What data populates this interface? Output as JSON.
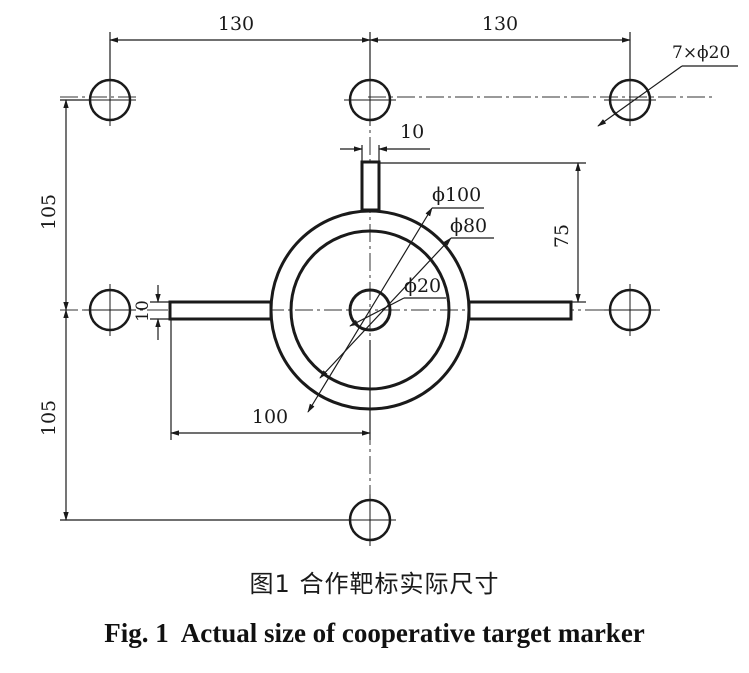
{
  "dimensions": {
    "top_left": "130",
    "top_right": "130",
    "holes": "7×ϕ20",
    "upper_arm_width": "10",
    "phi100": "ϕ100",
    "phi80": "ϕ80",
    "phi20": "ϕ20",
    "height_75": "75",
    "left_upper": "105",
    "left_lower": "105",
    "bar_thickness": "10",
    "bottom_100": "100"
  },
  "caption": {
    "cn": "图1  合作靶标实际尺寸",
    "en_number": "Fig. 1",
    "en_text": "Actual size of cooperative target marker"
  }
}
